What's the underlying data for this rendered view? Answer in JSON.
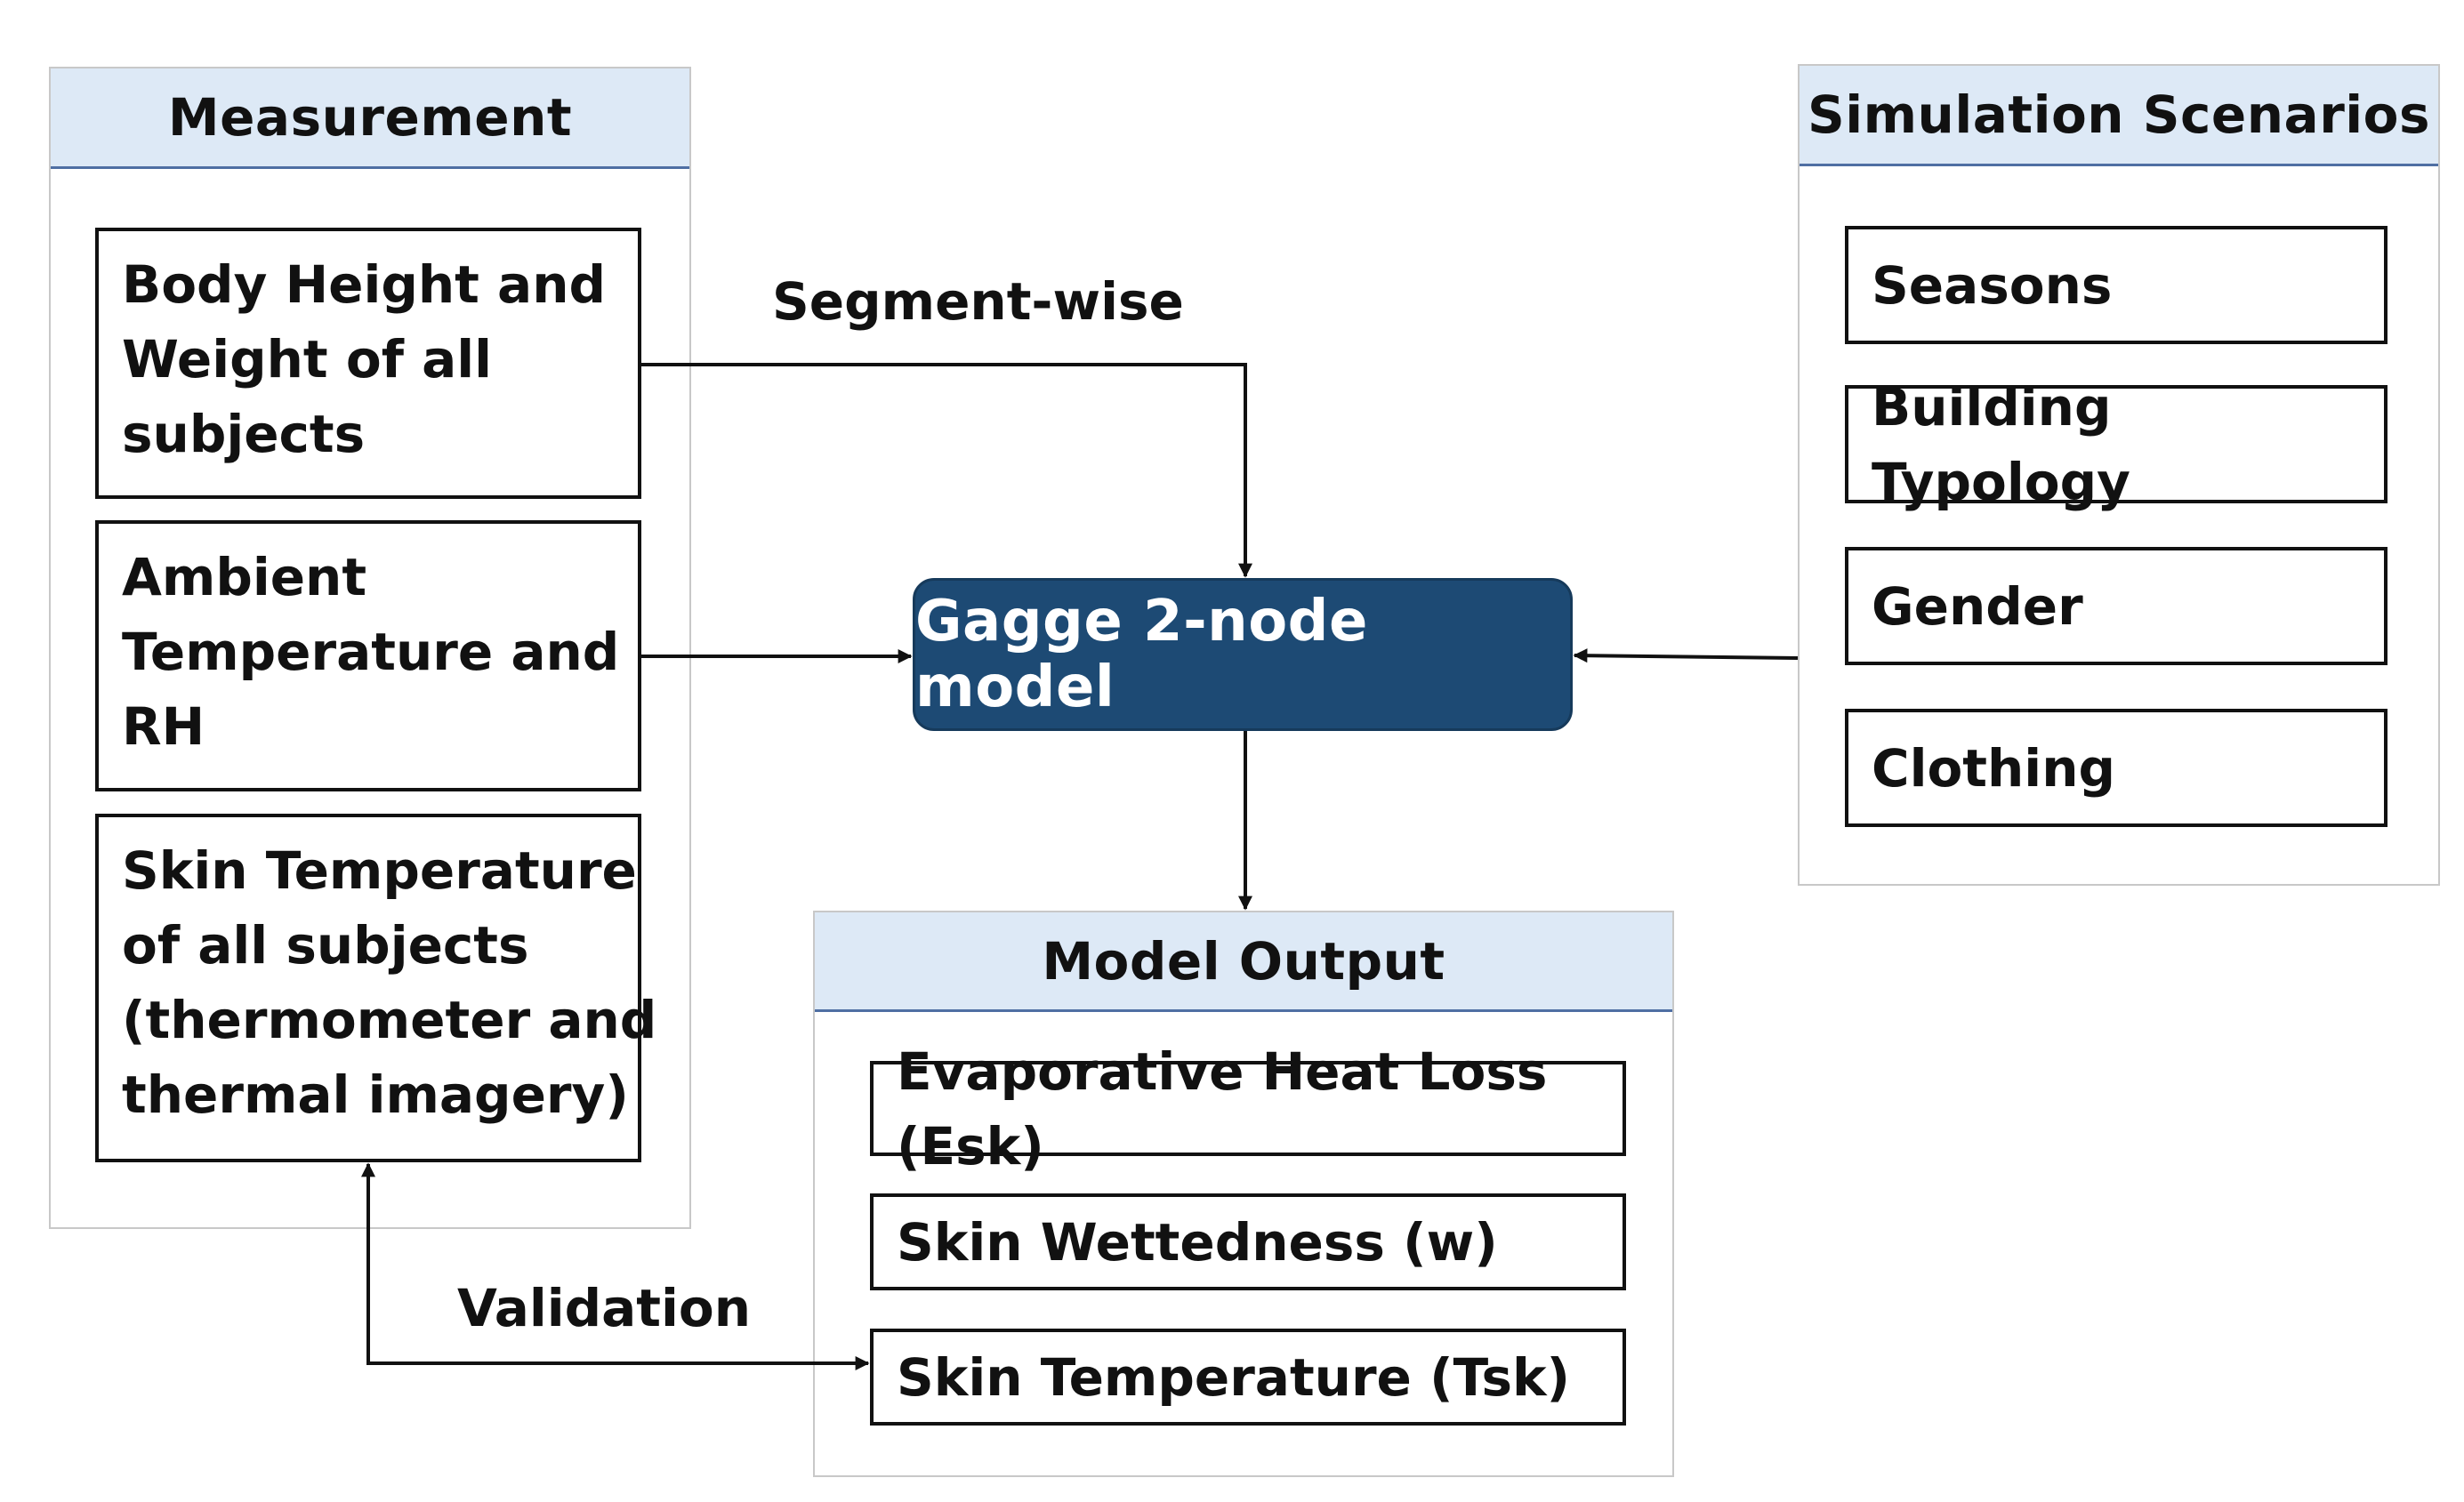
{
  "measurement": {
    "title": "Measurement",
    "items": [
      [
        "Body Height and",
        "Weight of all",
        "subjects"
      ],
      [
        "Ambient",
        "Temperature and",
        "RH"
      ],
      [
        "Skin Temperature",
        "of all subjects",
        "(thermometer and",
        "thermal imagery)"
      ]
    ]
  },
  "simulation": {
    "title": "Simulation Scenarios",
    "items": [
      "Seasons",
      "Building Typology",
      "Gender",
      "Clothing"
    ]
  },
  "model": {
    "label": "Gagge 2-node model"
  },
  "output": {
    "title": "Model Output",
    "items": [
      "Evaporative Heat Loss (Esk)",
      "Skin Wettedness (w)",
      "Skin Temperature (Tsk)"
    ]
  },
  "edges": {
    "segment_label": "Segment-wise",
    "validation_label": "Validation"
  }
}
